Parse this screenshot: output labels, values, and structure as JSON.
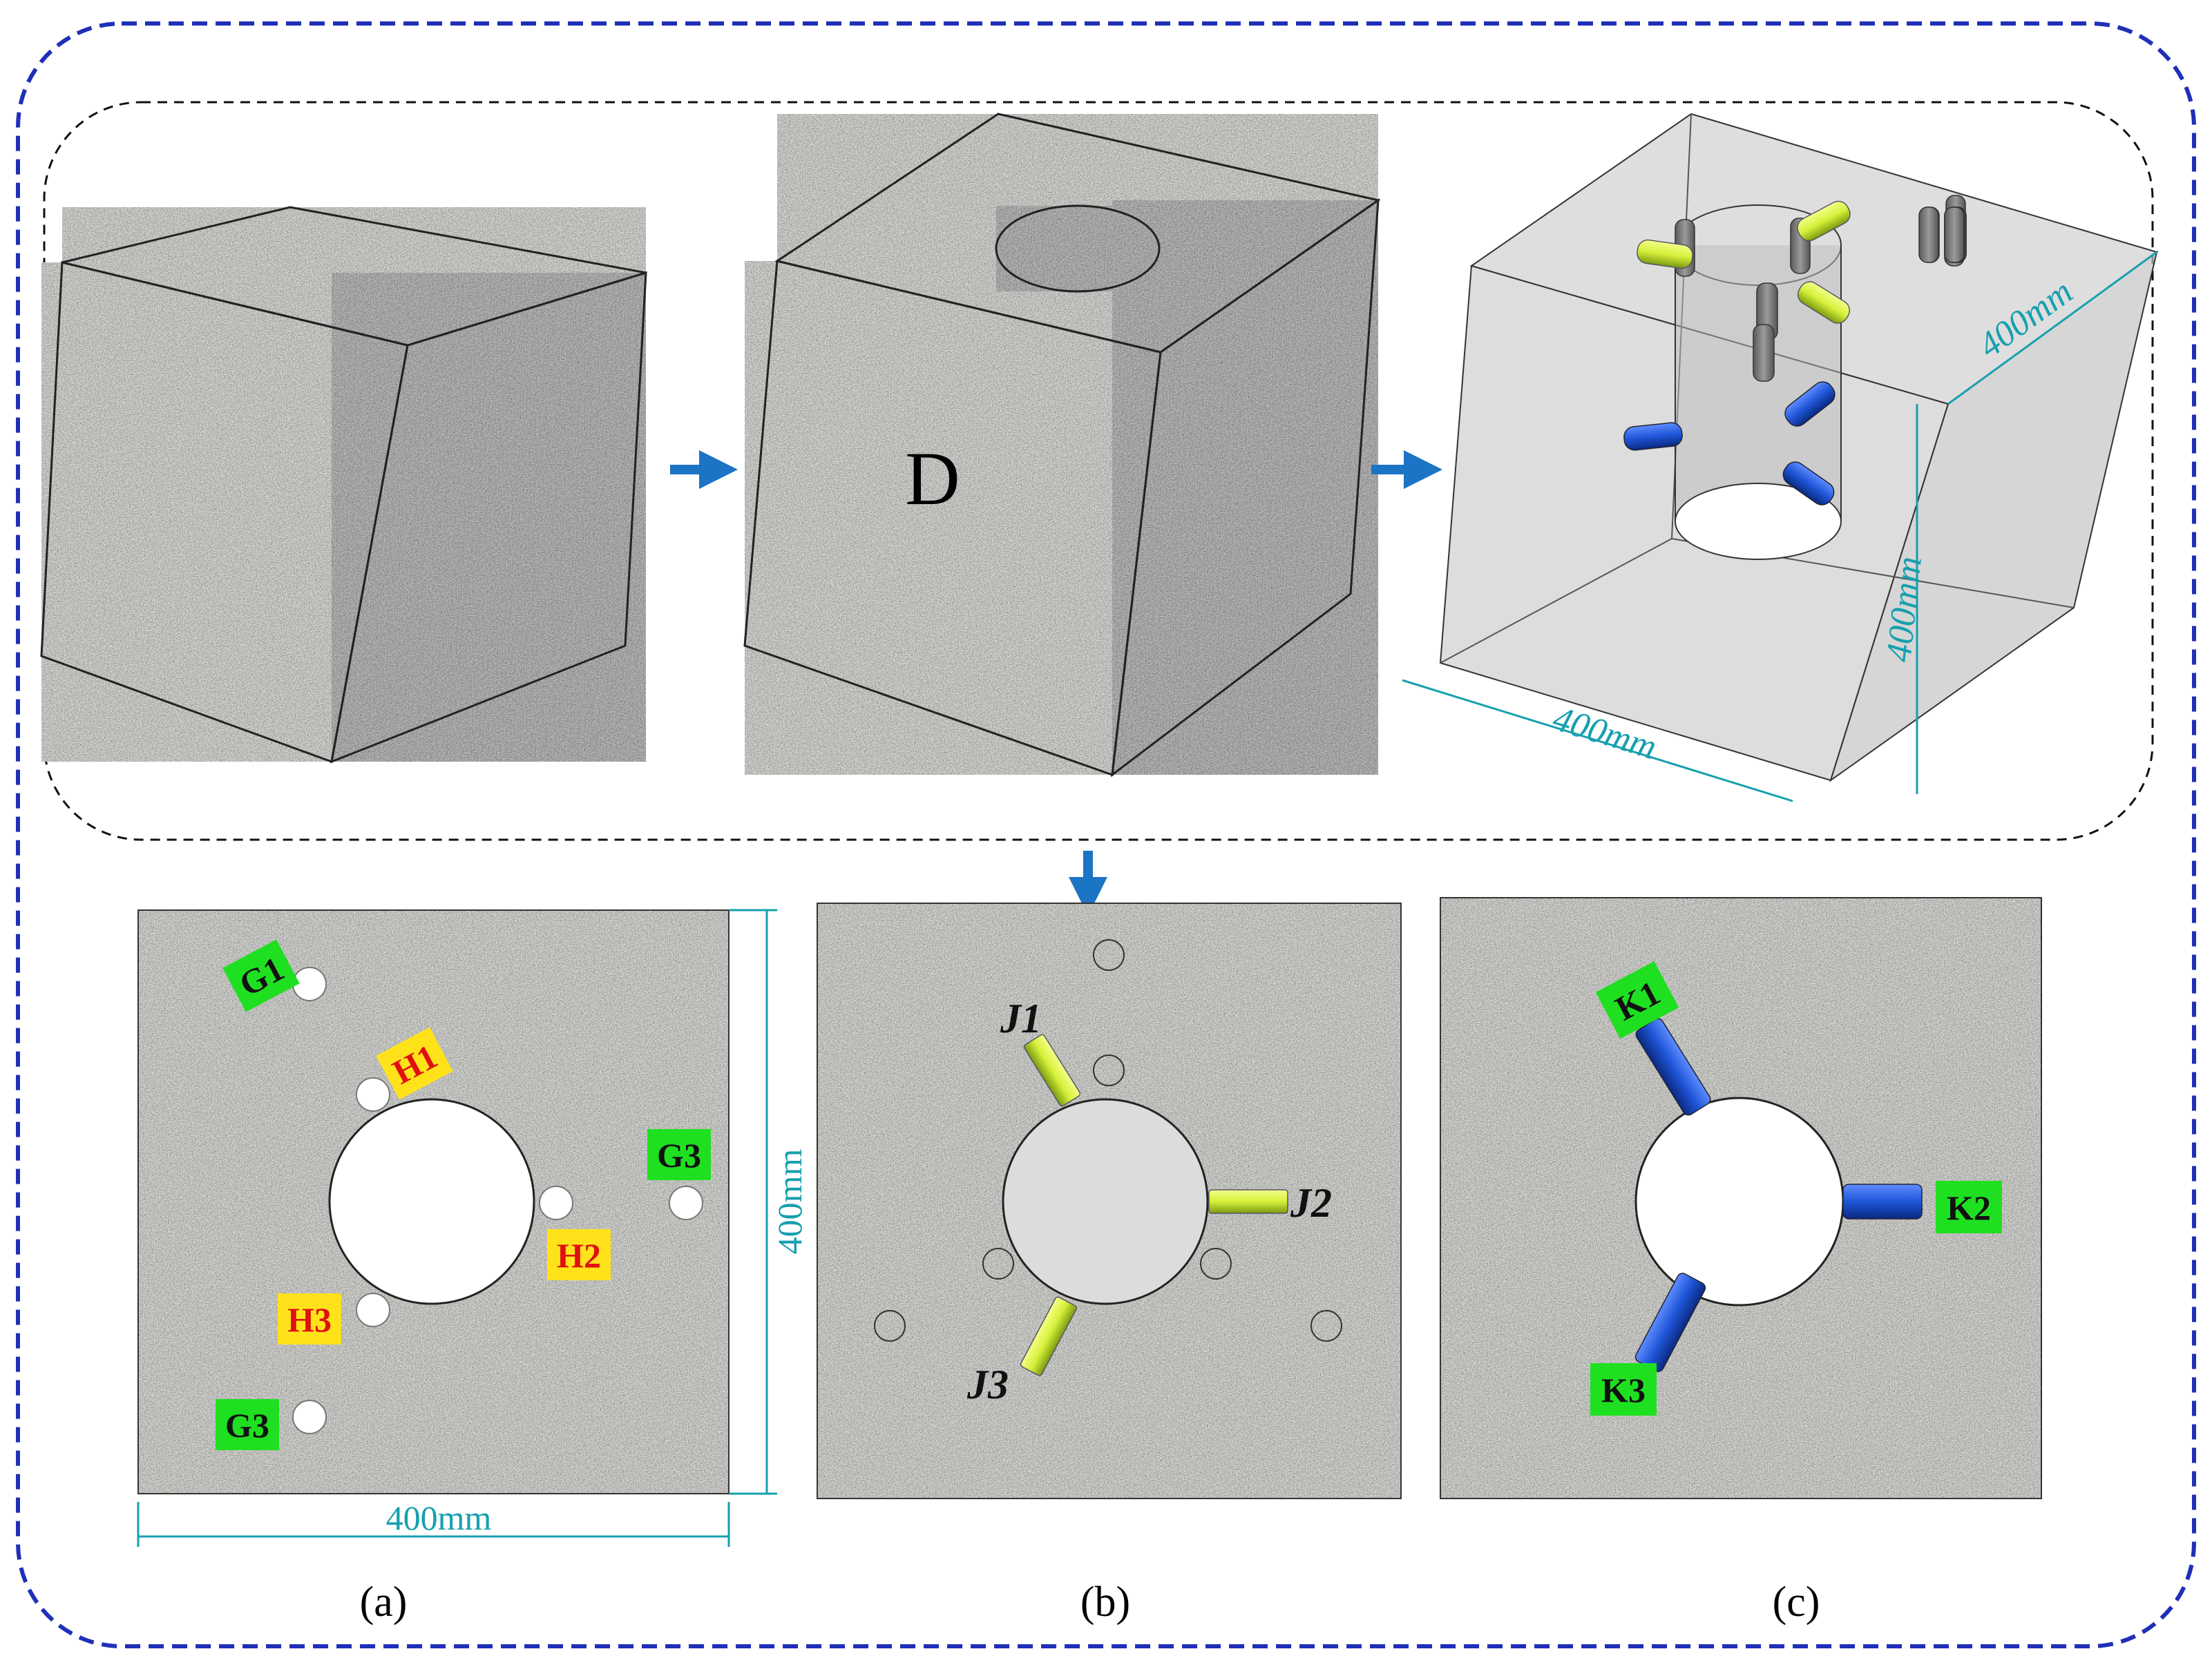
{
  "top_row": {
    "middle_label": "D",
    "dimension_depth": "400mm",
    "dimension_height": "400mm",
    "dimension_width": "400mm"
  },
  "panel_a": {
    "markers": [
      "G1",
      "H1",
      "G3",
      "H2",
      "H3",
      "G3"
    ],
    "dimension_bottom": "400mm",
    "dimension_right": "400mm",
    "caption": "(a)"
  },
  "panel_b": {
    "markers": [
      "J1",
      "J2",
      "J3"
    ],
    "caption": "(b)"
  },
  "panel_c": {
    "markers": [
      "K1",
      "K2",
      "K3"
    ],
    "caption": "(c)"
  },
  "colors": {
    "outer_border": "#1f2fb8",
    "inner_border": "#111111",
    "arrow": "#1c74c4",
    "dimension": "#16a0ae",
    "green_tag": "#1fe020",
    "yellow_tag": "#ffe21a",
    "red_text": "#e01010",
    "yellow_pipe": "#d6f03a",
    "blue_pipe": "#1f55d8",
    "granite": "#8a8885"
  }
}
